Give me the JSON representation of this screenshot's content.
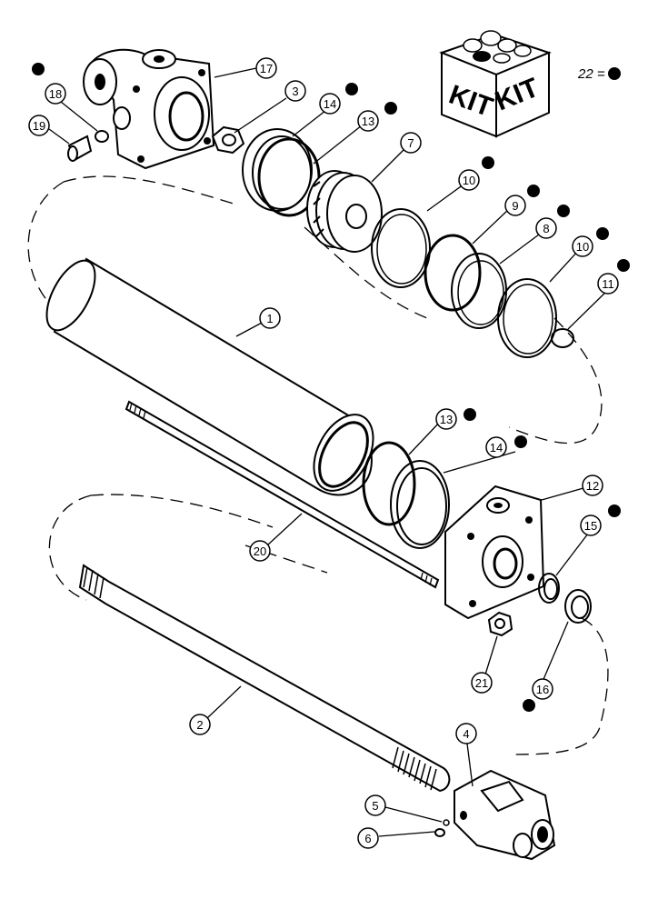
{
  "diagram": {
    "kit_box": {
      "label_left": "KIT",
      "label_right": "KIT"
    },
    "legend": {
      "text": "22 =",
      "symbol": "kit-dot"
    },
    "callouts": [
      {
        "id": "c17",
        "number": "17",
        "kit": false
      },
      {
        "id": "c3",
        "number": "3",
        "kit": false
      },
      {
        "id": "c18",
        "number": "18",
        "kit": true
      },
      {
        "id": "c19",
        "number": "19",
        "kit": false
      },
      {
        "id": "c14a",
        "number": "14",
        "kit": true
      },
      {
        "id": "c13a",
        "number": "13",
        "kit": true
      },
      {
        "id": "c7",
        "number": "7",
        "kit": false
      },
      {
        "id": "c10a",
        "number": "10",
        "kit": true
      },
      {
        "id": "c9",
        "number": "9",
        "kit": true
      },
      {
        "id": "c8",
        "number": "8",
        "kit": true
      },
      {
        "id": "c10b",
        "number": "10",
        "kit": true
      },
      {
        "id": "c11",
        "number": "11",
        "kit": true
      },
      {
        "id": "c1",
        "number": "1",
        "kit": false
      },
      {
        "id": "c13b",
        "number": "13",
        "kit": true
      },
      {
        "id": "c14b",
        "number": "14",
        "kit": true
      },
      {
        "id": "c12",
        "number": "12",
        "kit": false
      },
      {
        "id": "c20",
        "number": "20",
        "kit": false
      },
      {
        "id": "c15",
        "number": "15",
        "kit": true
      },
      {
        "id": "c21",
        "number": "21",
        "kit": false
      },
      {
        "id": "c16",
        "number": "16",
        "kit": true
      },
      {
        "id": "c2",
        "number": "2",
        "kit": false
      },
      {
        "id": "c4",
        "number": "4",
        "kit": false
      },
      {
        "id": "c5",
        "number": "5",
        "kit": false
      },
      {
        "id": "c6",
        "number": "6",
        "kit": false
      }
    ]
  }
}
